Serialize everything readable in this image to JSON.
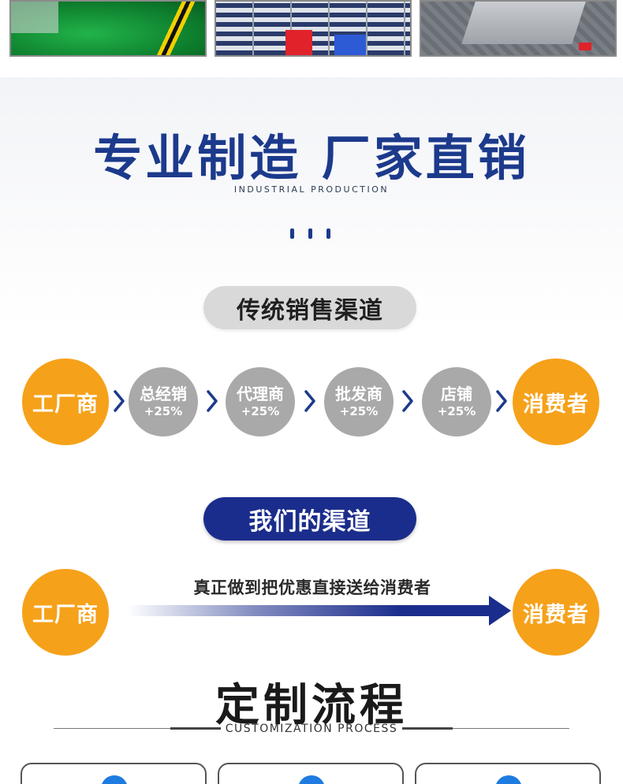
{
  "photos": [
    {
      "name": "green-factory-floor"
    },
    {
      "name": "workshop-shelves"
    },
    {
      "name": "machine-on-plate"
    }
  ],
  "industrial": {
    "title": "专业制造 厂家直销",
    "subtitle": "INDUSTRIAL PRODUCTION"
  },
  "traditional": {
    "label": "传统销售渠道",
    "start": "工厂商",
    "steps": [
      {
        "name": "总经销",
        "pct": "+25%"
      },
      {
        "name": "代理商",
        "pct": "+25%"
      },
      {
        "name": "批发商",
        "pct": "+25%"
      },
      {
        "name": "店铺",
        "pct": "+25%"
      }
    ],
    "end": "消费者"
  },
  "ours": {
    "label": "我们的渠道",
    "start": "工厂商",
    "caption": "真正做到把优惠直接送给消费者",
    "end": "消费者"
  },
  "customization": {
    "title": "定制流程",
    "subtitle": "CUSTOMIZATION PROCESS"
  },
  "colors": {
    "brand_blue": "#1c3a8c",
    "orange": "#f6a11a",
    "grey": "#a9a9a9",
    "icon_blue": "#1e7be0"
  }
}
